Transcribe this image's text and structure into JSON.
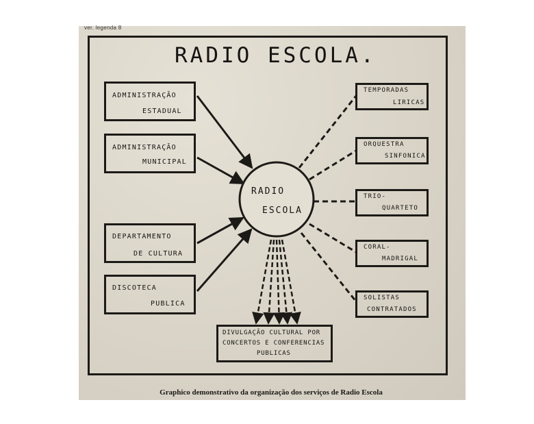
{
  "header_note": "ver. legenda 8",
  "title": "RADIO ESCOLA.",
  "center": {
    "line1": "RADIO",
    "line2": "ESCOLA"
  },
  "left_boxes": [
    {
      "line1": "ADMINISTRAÇÃO",
      "line2": "ESTADUAL"
    },
    {
      "line1": "ADMINISTRAÇÃO",
      "line2": "MUNICIPAL"
    },
    {
      "line1": "DEPARTAMENTO",
      "line2": "DE CULTURA"
    },
    {
      "line1": "DISCOTECA",
      "line2": "PUBLICA"
    }
  ],
  "right_boxes": [
    {
      "line1": "TEMPORADAS",
      "line2": "LIRICAS"
    },
    {
      "line1": "ORQUESTRA",
      "line2": "SINFONICA"
    },
    {
      "line1": "TRIO-",
      "line2": "QUARTETO"
    },
    {
      "line1": "CORAL-",
      "line2": "MADRIGAL"
    },
    {
      "line1": "SOLISTAS",
      "line2": "CONTRATADOS"
    }
  ],
  "bottom_box": {
    "line1": "DIVULGAÇÃO CULTURAL POR",
    "line2": "CONCERTOS E CONFERENCIAS",
    "line3": "PUBLICAS"
  },
  "caption": "Graphico demonstrativo da organização dos serviços de Radio Escola"
}
